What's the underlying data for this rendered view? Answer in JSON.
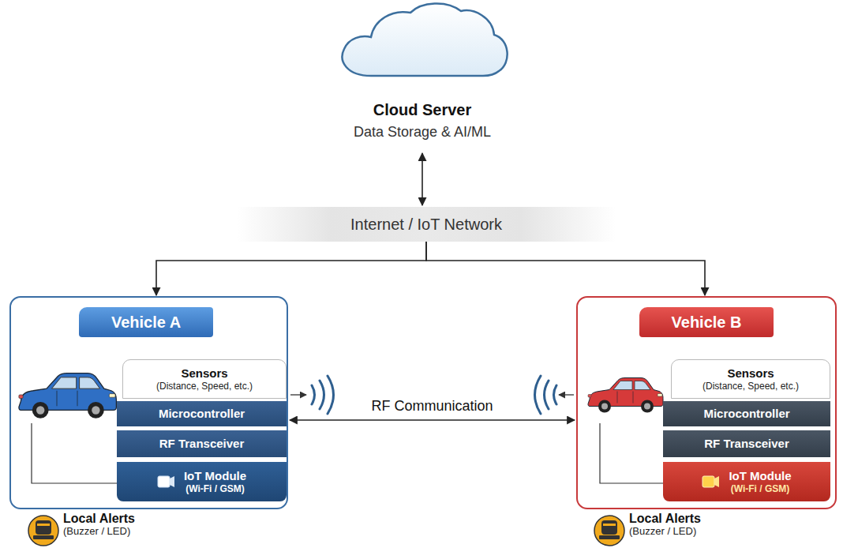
{
  "diagram": {
    "nodes": [
      {
        "text": [
          "Cloud Server",
          "Data Storage & AI/ML"
        ]
      },
      {
        "text": [
          "Internet / IoT Network"
        ]
      },
      {
        "text": [
          "Vehicle A"
        ]
      },
      {
        "text": [
          "Sensors",
          "(Distance, Speed, etc.)"
        ],
        "in": 2
      },
      {
        "text": [
          "Microcontroller"
        ],
        "in": 2
      },
      {
        "text": [
          "RF Transceiver"
        ],
        "in": 2
      },
      {
        "text": [
          "IoT Module",
          "(Wi-Fi / GSM)"
        ],
        "in": 2
      },
      {
        "text": [
          "Local Alerts",
          "(Buzzer / LED)"
        ]
      },
      {
        "text": [
          "Vehicle B"
        ]
      },
      {
        "text": [
          "Sensors",
          "(Distance, Speed, etc.)"
        ],
        "in": 8
      },
      {
        "text": [
          "Microcontroller"
        ],
        "in": 8
      },
      {
        "text": [
          "RF Transceiver"
        ],
        "in": 8
      },
      {
        "text": [
          "IoT Module",
          "(Wi-Fi / GSM)"
        ],
        "in": 8
      },
      {
        "text": [
          "Local Alerts",
          "(Buzzer / LED)"
        ]
      }
    ],
    "edges": [
      {
        "from": 1,
        "to": 0,
        "arrow": "both"
      },
      {
        "from": 1,
        "to": 2,
        "arrow": "to"
      },
      {
        "from": 1,
        "to": 8,
        "arrow": "to"
      },
      {
        "from": 2,
        "to": 8,
        "arrow": "both",
        "label": "RF Communication"
      }
    ]
  }
}
